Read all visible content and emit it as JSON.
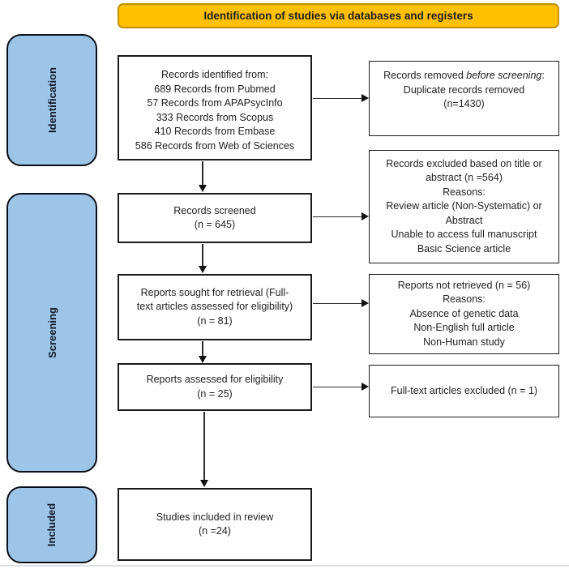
{
  "header": {
    "title": "Identification of studies via databases and registers",
    "bg_color": "#FFC000",
    "border_color": "#BF9000"
  },
  "sidebar": {
    "bg_color": "#9DC5E8",
    "stages": [
      {
        "label": "Identification"
      },
      {
        "label": "Screening"
      },
      {
        "label": "Included"
      }
    ]
  },
  "main": {
    "identified": {
      "lines": [
        "Records identified from:",
        "689 Records from Pubmed",
        "57 Records from APAPsycInfo",
        "333 Records from Scopus",
        "410 Records from Embase",
        "586 Records from Web of Sciences"
      ]
    },
    "screened": {
      "lines": [
        "Records screened",
        "(n = 645)"
      ]
    },
    "sought": {
      "lines": [
        "Reports sought for retrieval (Full-",
        "text articles assessed for eligibility)",
        "(n = 81)"
      ]
    },
    "assessed": {
      "lines": [
        "Reports assessed for eligibility",
        "(n = 25)"
      ]
    },
    "included": {
      "lines": [
        "Studies included in review",
        "(n =24)"
      ]
    }
  },
  "side": {
    "removed": {
      "title_prefix": "Records removed ",
      "title_italic": "before screening",
      "title_suffix": ":",
      "lines": [
        "Duplicate records removed",
        "(n=1430)"
      ]
    },
    "excluded": {
      "lines": [
        "Records excluded based on title or",
        "abstract (n =564)",
        "Reasons:",
        "Review article (Non-Systematic) or",
        "Abstract",
        "Unable to access full manuscript",
        "Basic Science article"
      ]
    },
    "not_retrieved": {
      "lines": [
        "Reports not retrieved (n = 56)",
        "Reasons:",
        "Absence of genetic data",
        "Non-English full article",
        "Non-Human study"
      ]
    },
    "fulltext_excluded": {
      "lines": [
        "Full-text articles excluded (n = 1)"
      ]
    }
  }
}
